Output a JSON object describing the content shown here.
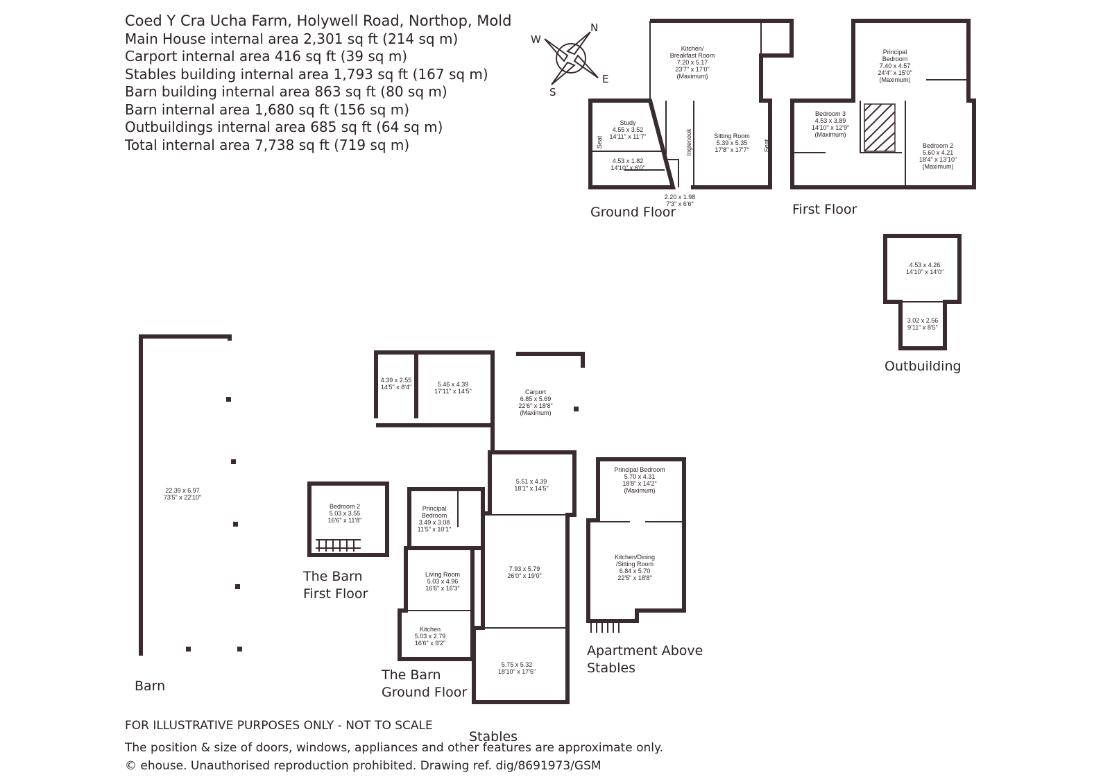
{
  "header": {
    "title": "Coed Y Cra Ucha Farm, Holywell Road, Northop, Mold",
    "areas": [
      "Main House internal area 2,301 sq ft (214 sq m)",
      "Carport internal area 416 sq ft (39 sq m)",
      "Stables building internal area 1,793 sq ft (167 sq m)",
      "Barn building internal area 863 sq ft (80 sq m)",
      "Barn internal area 1,680 sq ft (156 sq m)",
      "Outbuildings internal area 685 sq ft (64 sq m)",
      "Total internal area 7,738 sq ft (719 sq m)"
    ]
  },
  "compass": {
    "n": "N",
    "e": "E",
    "s": "S",
    "w": "W"
  },
  "sections": {
    "ground_floor": "Ground Floor",
    "first_floor": "First Floor",
    "outbuilding": "Outbuilding",
    "barn": "Barn",
    "barn_first_floor_1": "The Barn",
    "barn_first_floor_2": "First Floor",
    "barn_ground_floor_1": "The Barn",
    "barn_ground_floor_2": "Ground Floor",
    "apartment_1": "Apartment Above",
    "apartment_2": "Stables",
    "stables": "Stables"
  },
  "rooms": {
    "kitchen": [
      "Kitchen/",
      "Breakfast Room",
      "7.20 x 5.17",
      "23'7\" x 17'0\"",
      "(Maximum)"
    ],
    "study": [
      "Study",
      "4.55 x 3.52",
      "14'11\" x 11'7\""
    ],
    "inglenook": "Inglenook",
    "seat_left": "Seat",
    "seat_right": "Seat",
    "sitting": [
      "Sitting Room",
      "5.39 x 5.35",
      "17'8\" x 17'7\""
    ],
    "hall_small": [
      "4.53 x 1.82",
      "14'10\" x 6'0\""
    ],
    "porch": [
      "2.20 x 1.98",
      "7'3\" x 6'6\""
    ],
    "principal_ff": [
      "Principal",
      "Bedroom",
      "7.40 x 4.57",
      "24'4\" x 15'0\"",
      "(Maximum)"
    ],
    "bedroom3": [
      "Bedroom 3",
      "4.53 x 3.89",
      "14'10\" x 12'9\"",
      "(Maximum)"
    ],
    "bedroom2_ff": [
      "Bedroom 2",
      "5.60 x 4.21",
      "18'4\" x 13'10\"",
      "(Maximum)"
    ],
    "out_big": [
      "4.53 x 4.26",
      "14'10\" x 14'0\""
    ],
    "out_small": [
      "3.02 x 2.56",
      "9'11\" x 8'5\""
    ],
    "barn_main": [
      "22.39 x 6.97",
      "73'5\" x 22'10\""
    ],
    "stab_a": [
      "4.39 x 2.55",
      "14'5\" x 8'4\""
    ],
    "stab_b": [
      "5.46 x 4.39",
      "17'11\" x 14'5\""
    ],
    "carport": [
      "Carport",
      "6.85 x 5.69",
      "22'6\" x 18'8\"",
      "(Maximum)"
    ],
    "stab_c": [
      "5.51 x 4.39",
      "18'1\" x 14'5\""
    ],
    "stab_d": [
      "7.93 x 5.79",
      "26'0\" x 19'0\""
    ],
    "stab_e": [
      "5.75 x 5.32",
      "18'10\" x 17'5\""
    ],
    "barn_bed2": [
      "Bedroom 2",
      "5.03 x 3.55",
      "16'6\" x 11'8\""
    ],
    "barn_principal": [
      "Principal",
      "Bedroom",
      "3.49 x 3.08",
      "11'5\" x 10'1\""
    ],
    "barn_living": [
      "Living Room",
      "5.03 x 4.96",
      "16'6\" x 16'3\""
    ],
    "barn_kitchen": [
      "Kitchen",
      "5.03 x 2.79",
      "16'6\" x 9'2\""
    ],
    "apt_principal": [
      "Principal Bedroom",
      "5.70 x 4.31",
      "18'8\" x 14'2\"",
      "(Maximum)"
    ],
    "apt_kitchen": [
      "Kitchen/Dining",
      "/Sitting Room",
      "6.84 x 5.70",
      "22'5\" x 18'8\""
    ]
  },
  "footer": {
    "line1": "FOR ILLUSTRATIVE PURPOSES ONLY - NOT TO SCALE",
    "line2": "The position & size of doors, windows, appliances and other features are approximate only.",
    "line3": "© ehouse. Unauthorised reproduction prohibited. Drawing ref. dig/8691973/GSM"
  }
}
